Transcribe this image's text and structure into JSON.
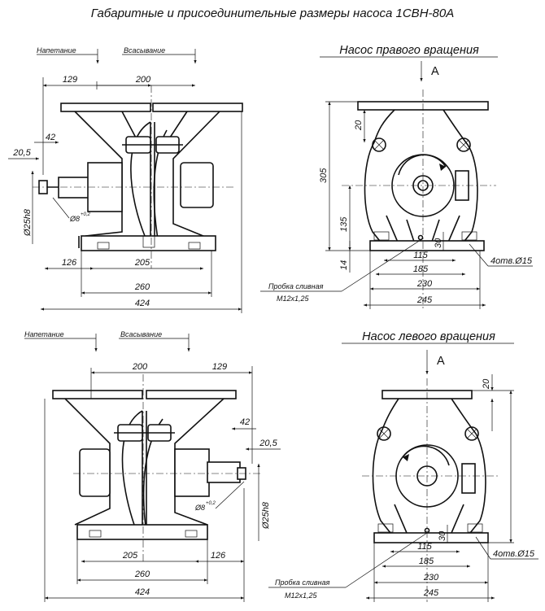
{
  "title": "Габаритные и присоединительные размеры насоса 1СВН-80А",
  "views": {
    "right_rotation_title": "Насос правого вращения",
    "left_rotation_title": "Насос левого вращения",
    "view_letter": "A"
  },
  "labels": {
    "discharge": "Напетание",
    "suction": "Всасывание",
    "drain_plug_line1": "Пробка сливная",
    "drain_plug_line2": "М12х1,25",
    "holes": "4отв.Ø15",
    "shaft_dia": "Ø25h8",
    "key_dia": "Ø8",
    "key_tol_top": "+0,2",
    "key_tol_bottom": "+0,2"
  },
  "side_top": {
    "d129": "129",
    "d200": "200",
    "d42": "42",
    "d20_5": "20,5",
    "d126": "126",
    "d205": "205",
    "d260": "260",
    "d424": "424"
  },
  "side_bottom": {
    "d200": "200",
    "d129": "129",
    "d42": "42",
    "d20_5": "20,5",
    "d205": "205",
    "d126": "126",
    "d260": "260",
    "d424": "424"
  },
  "front_right": {
    "d20": "20",
    "d305": "305",
    "d135": "135",
    "d14": "14",
    "d30": "30",
    "d115": "115",
    "d185": "185",
    "d230": "230",
    "d245": "245"
  },
  "front_left": {
    "d20": "20",
    "d30": "30",
    "d115": "115",
    "d185": "185",
    "d230": "230",
    "d245": "245"
  }
}
